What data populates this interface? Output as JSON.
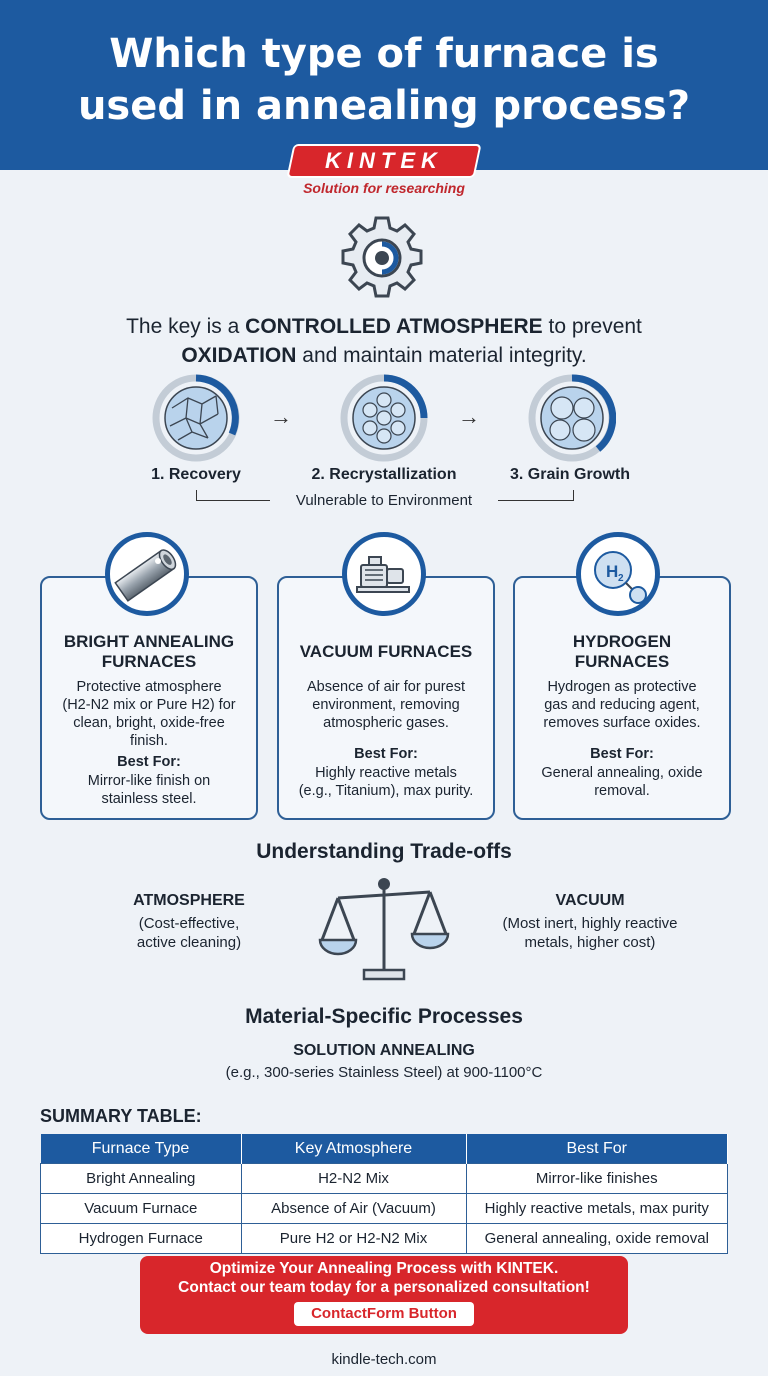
{
  "header": {
    "title_line1": "Which type of furnace is",
    "title_line2": "used in annealing process?"
  },
  "brand": {
    "logo": "KINTEK",
    "tagline": "Solution for researching"
  },
  "intro": {
    "part1": "The key is a ",
    "strong1": "CONTROLLED ATMOSPHERE",
    "part2": " to prevent",
    "strong2": "OXIDATION",
    "part3": " and maintain material integrity."
  },
  "stages": [
    {
      "label": "1. Recovery"
    },
    {
      "label": "2. Recrystallization"
    },
    {
      "label": "3. Grain Growth"
    }
  ],
  "stages_note": "Vulnerable to Environment",
  "cards": [
    {
      "title_line1": "BRIGHT ANNEALING",
      "title_line2": "FURNACES",
      "desc": [
        "Protective atmosphere",
        "(H2-N2 mix or Pure H2) for",
        "clean, bright, oxide-free",
        "finish."
      ],
      "best_label": "Best For:",
      "best": [
        "Mirror-like finish on",
        "stainless steel."
      ],
      "icon": "metal-tube-icon"
    },
    {
      "title_line1": "VACUUM FURNACES",
      "title_line2": "",
      "desc": [
        "Absence of air for purest",
        "environment, removing",
        "atmospheric gases."
      ],
      "best_label": "Best For:",
      "best": [
        "Highly reactive metals",
        "(e.g., Titanium), max purity."
      ],
      "icon": "vacuum-pump-icon"
    },
    {
      "title_line1": "HYDROGEN",
      "title_line2": "FURNACES",
      "desc": [
        "Hydrogen as protective",
        "gas and reducing agent,",
        "removes surface oxides."
      ],
      "best_label": "Best For:",
      "best": [
        "General annealing, oxide",
        "removal."
      ],
      "icon": "hydrogen-molecule-icon",
      "icon_text": "H",
      "icon_sub": "2"
    }
  ],
  "tradeoffs": {
    "title": "Understanding Trade-offs",
    "left_title": "ATMOSPHERE",
    "left_note1": "(Cost-effective,",
    "left_note2": "active cleaning)",
    "right_title": "VACUUM",
    "right_note1": "(Most inert, highly reactive",
    "right_note2": "metals, higher cost)"
  },
  "material": {
    "title": "Material-Specific Processes",
    "subtitle": "SOLUTION ANNEALING",
    "detail": "(e.g., 300-series Stainless Steel) at 900-1100°C"
  },
  "summary": {
    "label": "SUMMARY TABLE:",
    "headers": [
      "Furnace Type",
      "Key Atmosphere",
      "Best For"
    ],
    "rows": [
      [
        "Bright Annealing",
        "H2-N2 Mix",
        "Mirror-like finishes"
      ],
      [
        "Vacuum Furnace",
        "Absence of Air (Vacuum)",
        "Highly reactive metals, max purity"
      ],
      [
        "Hydrogen Furnace",
        "Pure H2 or H2-N2 Mix",
        "General annealing, oxide removal"
      ]
    ]
  },
  "cta": {
    "line1": "Optimize Your Annealing Process with KINTEK.",
    "line2": "Contact our team today for a personalized consultation!",
    "button": "ContactForm Button"
  },
  "footer": "kindle-tech.com",
  "colors": {
    "primary_blue": "#1d5aa0",
    "brand_red": "#d8262b",
    "background": "#eef2f7"
  }
}
